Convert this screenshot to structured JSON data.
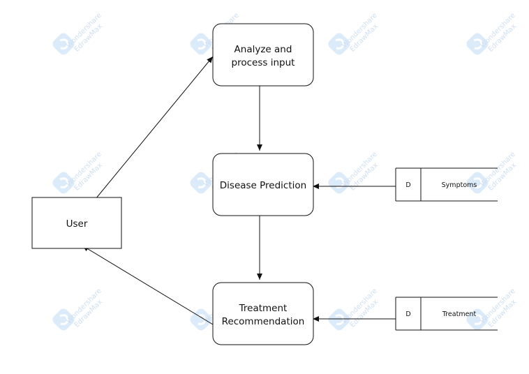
{
  "diagram": {
    "processes": {
      "analyze": {
        "line1": "Analyze and",
        "line2": "process input"
      },
      "predict": {
        "label": "Disease Prediction"
      },
      "treat": {
        "line1": "Treatment",
        "line2": "Recommendation"
      }
    },
    "entity": {
      "label": "User"
    },
    "stores": [
      {
        "id": "D",
        "label": "Symptoms"
      },
      {
        "id": "D",
        "label": "Treatment"
      }
    ],
    "colors": {
      "stroke": "#222222",
      "watermark": "#d6e6f7"
    }
  },
  "watermark": {
    "line1": "Wondershare",
    "line2": "EdrawMax",
    "icon": "edrawmax-logo-icon"
  }
}
